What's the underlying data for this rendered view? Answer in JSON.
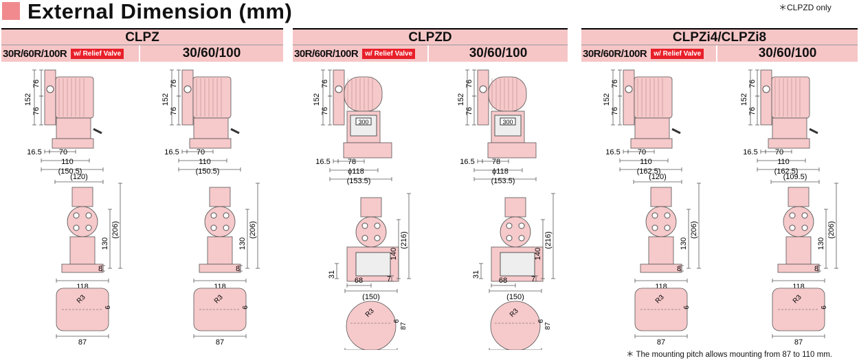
{
  "title": "External Dimension (mm)",
  "note_top": "＊CLPZD only",
  "note_bottom": "＊ The mounting pitch allows mounting from 87 to 110 mm.",
  "relief_label": "w/ Relief Valve",
  "sections": [
    {
      "name": "CLPZ",
      "left_label": "30R/60R/100R",
      "right_label": "30/60/100"
    },
    {
      "name": "CLPZD",
      "left_label": "30R/60R/100R",
      "right_label": "30/60/100"
    },
    {
      "name": "CLPZi4/CLPZi8",
      "left_label": "30R/60R/100R",
      "right_label": "30/60/100"
    }
  ],
  "views": [
    {
      "side": {
        "top": "76",
        "total": "152",
        "bottom": "76",
        "offset": "16.5",
        "base": "70",
        "width": "110",
        "overall": "(150.5)"
      },
      "front": {
        "top": "(120)",
        "height": "130",
        "overall": "(206)",
        "foot": "8",
        "width": "118"
      },
      "base": {
        "radius": "R3",
        "slot": "6",
        "pitch": "87"
      }
    },
    {
      "side": {
        "top": "76",
        "total": "152",
        "bottom": "76",
        "offset": "16.5",
        "base": "70",
        "width": "110",
        "overall": "(150.5)"
      },
      "front": {
        "top": "",
        "height": "130",
        "overall": "(206)",
        "foot": "8",
        "width": "118"
      },
      "base": {
        "radius": "R3",
        "slot": "6",
        "pitch": "87"
      }
    },
    {
      "side": {
        "top": "76",
        "total": "152",
        "bottom": "76",
        "offset": "16.5",
        "base": "78",
        "width": "ϕ118",
        "overall": "(153.5)"
      },
      "front": {
        "top": "",
        "height": "140",
        "overall": "(216)",
        "foot": "7",
        "width": "(150)",
        "leg": "68",
        "side": "31"
      },
      "base": {
        "radius": "R3",
        "slot": "6",
        "pitch": "87",
        "outer": "87"
      }
    },
    {
      "side": {
        "top": "76",
        "total": "152",
        "bottom": "76",
        "offset": "16.5",
        "base": "78",
        "width": "ϕ118",
        "overall": "(153.5)"
      },
      "front": {
        "top": "",
        "height": "140",
        "overall": "(216)",
        "foot": "7",
        "width": "(150)",
        "leg": "68",
        "side": "31"
      },
      "base": {
        "radius": "R3",
        "slot": "6",
        "pitch": "87",
        "outer": "87"
      }
    },
    {
      "side": {
        "top": "76",
        "total": "152",
        "bottom": "76",
        "offset": "16.5",
        "base": "70",
        "width": "110",
        "overall": "(162.5)"
      },
      "front": {
        "top": "(120)",
        "height": "130",
        "overall": "(206)",
        "foot": "8",
        "width": "118"
      },
      "base": {
        "radius": "R3",
        "slot": "6",
        "pitch": "87"
      }
    },
    {
      "side": {
        "top": "76",
        "total": "152",
        "bottom": "76",
        "offset": "16.5",
        "base": "70",
        "width": "110",
        "overall": "(162.5)"
      },
      "front": {
        "top": "(109.5)",
        "height": "130",
        "overall": "(206)",
        "foot": "8",
        "width": "118"
      },
      "base": {
        "radius": "R3",
        "slot": "6",
        "pitch": "87"
      }
    }
  ],
  "display_text": "300"
}
